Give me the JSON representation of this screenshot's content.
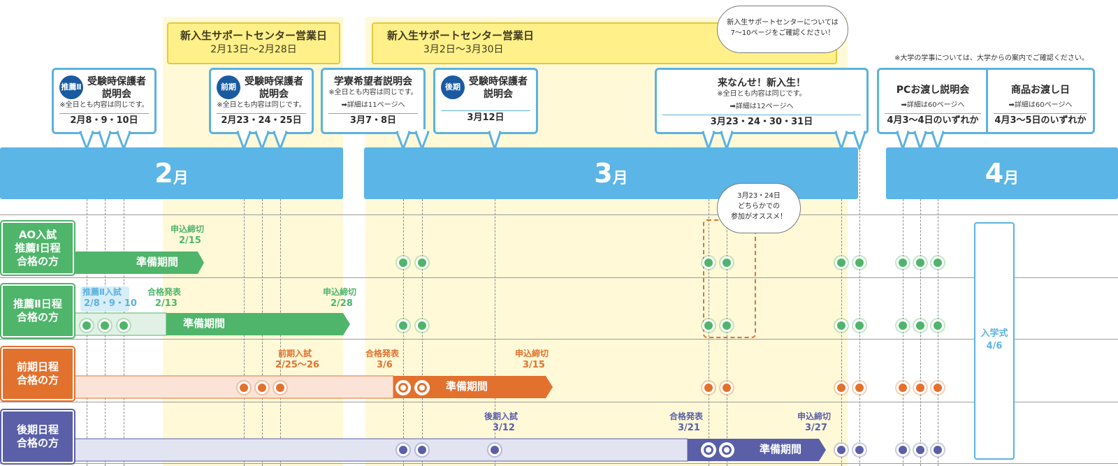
{
  "top_note": "※大学の学事については、大学からの案内でご確認ください。",
  "speech_bubble_top": {
    "line1": "新入生サポートセンターについては",
    "line2": "7〜10ページをご確認ください！"
  },
  "speech_bubble_mid": {
    "line1": "3月23・24日",
    "line2": "どちらかでの",
    "line3": "参加がオススメ！"
  },
  "support_center": [
    {
      "title": "新入生サポートセンター営業日",
      "dates": "2月13日〜2月28日"
    },
    {
      "title": "新入生サポートセンター営業日",
      "dates": "3月2日〜3月30日"
    }
  ],
  "events": {
    "suisen2_parents": {
      "badge": "推薦Ⅱ",
      "title1": "受験時保護者",
      "title2": "説明会",
      "note": "※全日とも内容は同じです。",
      "date": "2月8・9・10日"
    },
    "zenki_parents": {
      "badge": "前期",
      "title1": "受験時保護者",
      "title2": "説明会",
      "note": "※全日とも内容は同じです。",
      "date": "2月23・24・25日"
    },
    "dorm": {
      "title": "学寮希望者説明会",
      "note": "※全日とも内容は同じです。",
      "detail": "➡詳細は11ページへ",
      "date": "3月7・8日"
    },
    "kouki_parents": {
      "badge": "後期",
      "title1": "受験時保護者",
      "title2": "説明会",
      "date": "3月12日"
    },
    "welcome": {
      "title": "来なんせ！新入生！",
      "note": "※全日とも内容は同じです。",
      "detail": "➡詳細は12ページへ",
      "date": "3月23・24・30・31日"
    },
    "pc": {
      "title": "PCお渡し説明会",
      "detail": "➡詳細は60ページへ",
      "date": "4月3〜4日のいずれか"
    },
    "goods": {
      "title": "商品お渡し日",
      "detail": "➡詳細は60ページへ",
      "date": "4月3〜5日のいずれか"
    }
  },
  "months": [
    {
      "num": "2",
      "unit": "月"
    },
    {
      "num": "3",
      "unit": "月"
    },
    {
      "num": "4",
      "unit": "月"
    }
  ],
  "rows": {
    "ao": {
      "label1": "AO入試",
      "label2": "推薦Ⅰ日程",
      "label3": "合格の方",
      "deadline_title": "申込締切",
      "deadline_date": "2/15",
      "prep": "準備期間"
    },
    "suisen2": {
      "label1": "推薦Ⅱ日程",
      "label2": "合格の方",
      "exam_title": "推薦Ⅱ入試",
      "exam_date": "2/8・9・10",
      "result_title": "合格発表",
      "result_date": "2/13",
      "deadline_title": "申込締切",
      "deadline_date": "2/28",
      "prep": "準備期間"
    },
    "zenki": {
      "label1": "前期日程",
      "label2": "合格の方",
      "exam_title": "前期入試",
      "exam_date": "2/25〜26",
      "result_title": "合格発表",
      "result_date": "3/6",
      "deadline_title": "申込締切",
      "deadline_date": "3/15",
      "prep": "準備期間"
    },
    "kouki": {
      "label1": "後期日程",
      "label2": "合格の方",
      "exam_title": "後期入試",
      "exam_date": "3/12",
      "result_title": "合格発表",
      "result_date": "3/21",
      "deadline_title": "申込締切",
      "deadline_date": "3/27",
      "prep": "準備期間"
    }
  },
  "ceremony": {
    "title": "入学式",
    "date": "4/6"
  },
  "colors": {
    "sky": "#5bb5e6",
    "green": "#4fb56a",
    "orange": "#e2712e",
    "purple": "#5a5fa8",
    "yellow": "#fff9d8"
  }
}
